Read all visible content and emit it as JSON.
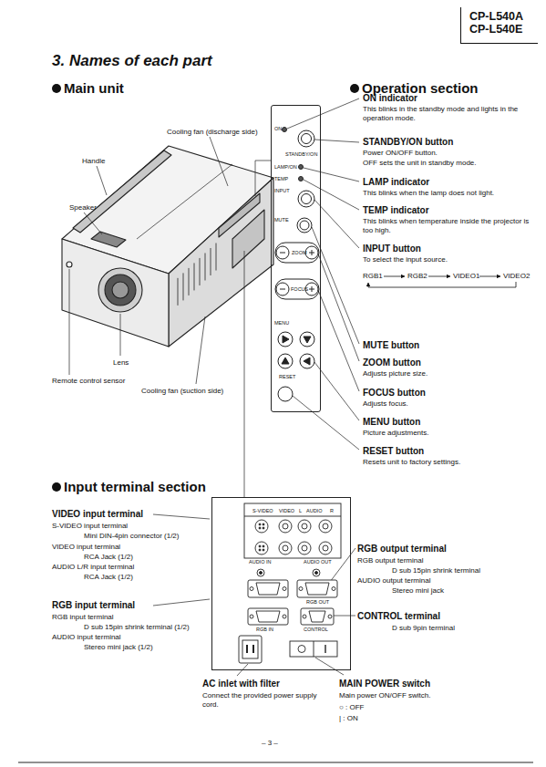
{
  "diagram": {
    "title": "3. Names of each part",
    "nodes": [
      {
        "text": [
          "CP-L540A CP-L540E"
        ]
      },
      {
        "text": [
          "ON",
          "STANDBY/ON",
          "LAMP/ON",
          "TEMP",
          "INPUT",
          "MUTE",
          "ZOOM",
          "FOCUS",
          "MENU",
          "RESET"
        ]
      },
      {
        "text": [
          "S-VIDEO",
          "VIDEO",
          "L",
          "AUDIO",
          "R",
          "AUDIO IN",
          "AUDIO OUT",
          "RGB OUT",
          "RGB IN",
          "CONTROL"
        ]
      }
    ],
    "labels": [
      "Main unit",
      "Cooling fan (discharge side)",
      "Handle",
      "Speaker",
      "Lens",
      "Remote control sensor",
      "Cooling fan (suction side)",
      "Operation section",
      "ON indicator",
      "This blinks in the standby mode and lights in the operation mode.",
      "STANDBY/ON button",
      "Power ON/OFF button.",
      "OFF sets the unit in standby mode.",
      "LAMP indicator",
      "This blinks when the lamp does not light.",
      "TEMP indicator",
      "This blinks when temperature inside the projector is too high.",
      "INPUT button",
      "To select the input source.",
      "RGB1",
      "RGB2",
      "VIDEO1",
      "VIDEO2",
      "MUTE button",
      "ZOOM button",
      "Adjusts picture size.",
      "FOCUS button",
      "Adjusts focus.",
      "MENU button",
      "Picture adjustments.",
      "RESET button",
      "Resets unit to factory settings.",
      "Input terminal section",
      "VIDEO input terminal",
      "S-VIDEO input terminal",
      "Mini DIN-4pin connector (1/2)",
      "VIDEO input terminal",
      "RCA Jack (1/2)",
      "AUDIO L/R input terminal",
      "RCA Jack (1/2)",
      "RGB input terminal",
      "RGB input terminal",
      "D sub 15pin shrink terminal (1/2)",
      "AUDIO input terminal",
      "Stereo mini jack (1/2)",
      "RGB output terminal",
      "RGB output terminal",
      "D sub 15pin shrink terminal",
      "AUDIO output terminal",
      "Stereo mini jack",
      "CONTROL terminal",
      "D sub 9pin terminal",
      "AC inlet with filter",
      "Connect the provided power supply cord.",
      "MAIN POWER switch",
      "Main power ON/OFF switch.",
      "○ : OFF",
      "| : ON",
      "– 3 –"
    ]
  }
}
